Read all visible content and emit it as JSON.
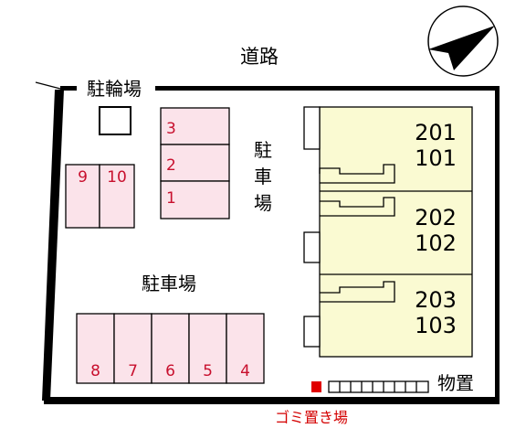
{
  "labels": {
    "road": "道路",
    "bicycle_parking": "駐輪場",
    "parking_center": "駐車場",
    "parking_side": "駐車場",
    "storage": "物置",
    "garbage": "ゴミ置き場"
  },
  "units": [
    {
      "upper": "201",
      "lower": "101"
    },
    {
      "upper": "202",
      "lower": "102"
    },
    {
      "upper": "203",
      "lower": "103"
    }
  ],
  "parking": {
    "left_slots": [
      "9",
      "10"
    ],
    "top_slots": [
      "3",
      "2",
      "1"
    ],
    "bottom_slots": [
      "8",
      "7",
      "6",
      "5",
      "4"
    ]
  },
  "compass_icon": "north-arrow-icon",
  "colors": {
    "slot_fill": "#fbe3ea",
    "slot_number": "#c8102e",
    "building_fill": "#fafad2",
    "garbage": "#d40000",
    "wall": "#000000"
  }
}
